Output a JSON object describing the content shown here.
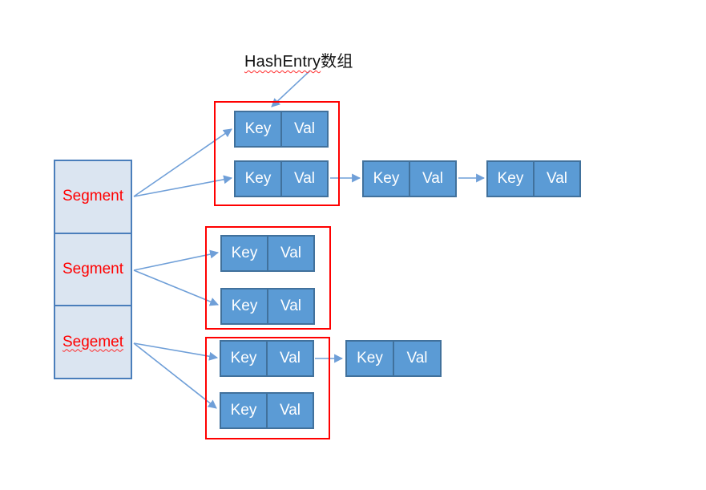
{
  "title": {
    "full": "HashEntry数组",
    "latin": "HashEntry",
    "cjk": "数组"
  },
  "segments": [
    {
      "label": "Segment",
      "misspelled": false
    },
    {
      "label": "Segment",
      "misspelled": false
    },
    {
      "label": "Segemet",
      "misspelled": true
    }
  ],
  "nodes": [
    {
      "id": "entry-bucket1-0",
      "key": "Key",
      "val": "Val"
    },
    {
      "id": "entry-bucket1-1",
      "key": "Key",
      "val": "Val"
    },
    {
      "id": "entry-bucket1-chain1",
      "key": "Key",
      "val": "Val"
    },
    {
      "id": "entry-bucket1-chain2",
      "key": "Key",
      "val": "Val"
    },
    {
      "id": "entry-bucket2-0",
      "key": "Key",
      "val": "Val"
    },
    {
      "id": "entry-bucket2-1",
      "key": "Key",
      "val": "Val"
    },
    {
      "id": "entry-bucket3-0",
      "key": "Key",
      "val": "Val"
    },
    {
      "id": "entry-bucket3-1",
      "key": "Key",
      "val": "Val"
    },
    {
      "id": "entry-bucket3-chain1",
      "key": "Key",
      "val": "Val"
    }
  ],
  "groups": [
    {
      "name": "hashentry-array-1",
      "contains": [
        "entry-bucket1-0",
        "entry-bucket1-1"
      ]
    },
    {
      "name": "hashentry-array-2",
      "contains": [
        "entry-bucket2-0",
        "entry-bucket2-1"
      ]
    },
    {
      "name": "hashentry-array-3",
      "contains": [
        "entry-bucket3-0",
        "entry-bucket3-1"
      ]
    }
  ],
  "edges": [
    {
      "from": "title",
      "to": "entry-bucket1-0"
    },
    {
      "from": "segment-1",
      "to": "entry-bucket1-0"
    },
    {
      "from": "segment-1",
      "to": "entry-bucket1-1"
    },
    {
      "from": "entry-bucket1-1",
      "to": "entry-bucket1-chain1"
    },
    {
      "from": "entry-bucket1-chain1",
      "to": "entry-bucket1-chain2"
    },
    {
      "from": "segment-2",
      "to": "entry-bucket2-0"
    },
    {
      "from": "segment-2",
      "to": "entry-bucket2-1"
    },
    {
      "from": "segment-3",
      "to": "entry-bucket3-0"
    },
    {
      "from": "segment-3",
      "to": "entry-bucket3-1"
    },
    {
      "from": "entry-bucket3-0",
      "to": "entry-bucket3-chain1"
    }
  ],
  "colors": {
    "background": "#ffffff",
    "node_fill": "#5b9bd5",
    "node_border": "#41719c",
    "node_text": "#ffffff",
    "segment_fill": "#dbe5f1",
    "segment_border": "#4a7ebb",
    "segment_text": "#ff0000",
    "group_border": "#ff0000",
    "arrow": "#6f9fd8",
    "title_text": "#111111",
    "spellcheck_underline": "#ff2a2a"
  }
}
